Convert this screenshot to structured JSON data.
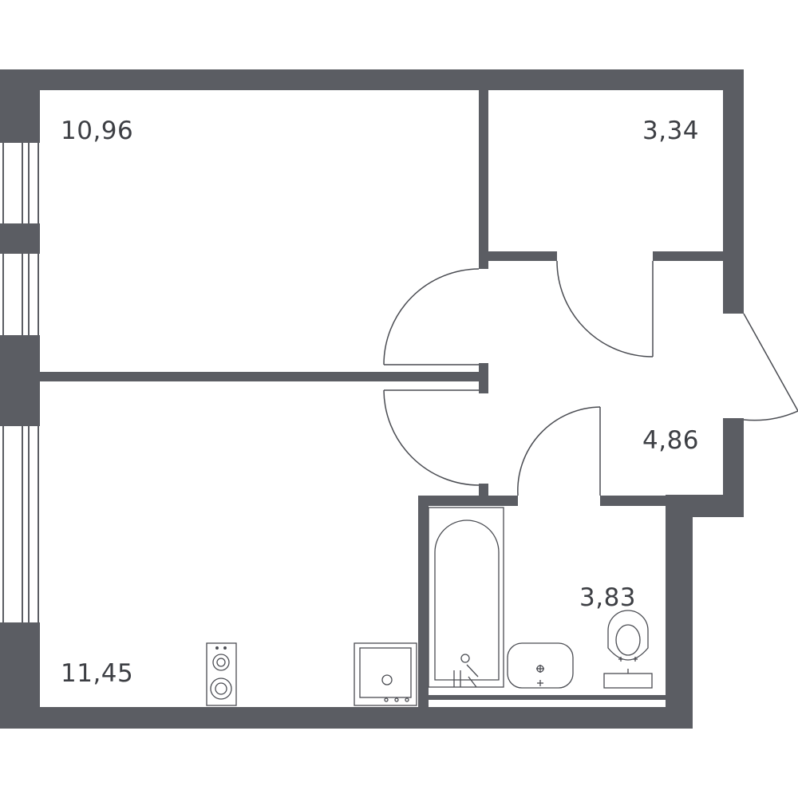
{
  "plan": {
    "colors": {
      "wall": "#5b5d63",
      "line": "#4a4c52",
      "text": "#3d3f44",
      "background": "#ffffff"
    },
    "rooms": [
      {
        "id": "living-room",
        "area": "10,96"
      },
      {
        "id": "storage-room",
        "area": "3,34"
      },
      {
        "id": "hallway",
        "area": "4,86"
      },
      {
        "id": "bathroom",
        "area": "3,83"
      },
      {
        "id": "kitchen-room",
        "area": "11,45"
      }
    ],
    "fixtures": [
      "bathtub-icon",
      "sink-icon",
      "toilet-icon",
      "stove-icon",
      "washer-icon"
    ]
  }
}
